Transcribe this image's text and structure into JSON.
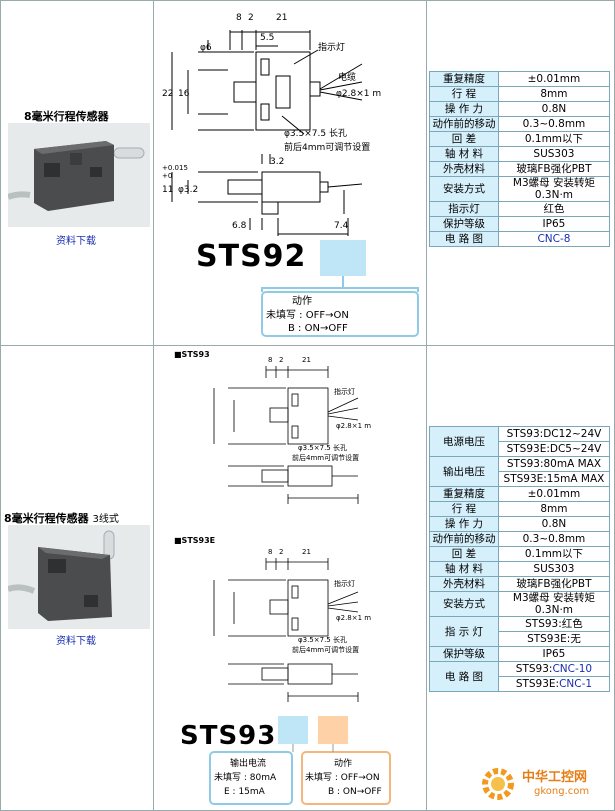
{
  "products": [
    {
      "title": "8毫米行程传感器",
      "subtitle": "",
      "download": "资料下载",
      "model": "STS92",
      "drawing_labels": {
        "dims_top": [
          "8",
          "2",
          "21",
          "5.5"
        ],
        "dims_left": [
          "22",
          "16",
          "φ6"
        ],
        "indicator": "指示灯",
        "cable": "电缆",
        "cable_spec": "φ2.8×1 m",
        "slot": "φ3.5×7.5 长孔",
        "adjust": "前后4mm可调节设置",
        "side_dims": [
          "3.2",
          "11",
          "+0.015",
          "+0",
          "φ3.2",
          "6.8",
          "7.4"
        ]
      },
      "legend": {
        "title": "动作",
        "line1": "未填写 : OFF→ON",
        "line2": "B : ON→OFF"
      },
      "specs": [
        {
          "k": "重复精度",
          "v": "±0.01mm"
        },
        {
          "k": "行 程",
          "v": "8mm"
        },
        {
          "k": "操 作 力",
          "v": "0.8N"
        },
        {
          "k": "动作前的移动",
          "v": "0.3~0.8mm"
        },
        {
          "k": "回 差",
          "v": "0.1mm以下"
        },
        {
          "k": "轴 材 料",
          "v": "SUS303"
        },
        {
          "k": "外壳材料",
          "v": "玻璃FB强化PBT"
        },
        {
          "k": "安装方式",
          "v": "M3螺母 安装转矩0.3N·m"
        },
        {
          "k": "指示灯",
          "v": "红色"
        },
        {
          "k": "保护等级",
          "v": "IP65"
        },
        {
          "k": "电 路 图",
          "v": "CNC-8"
        }
      ]
    },
    {
      "title": "8毫米行程传感器",
      "subtitle": "3线式",
      "download": "资料下载",
      "model": "STS93",
      "sub_models": [
        "■STS93",
        "■STS93E"
      ],
      "legend_left": {
        "title": "输出电流",
        "line1": "未填写 : 80mA",
        "line2": "E : 15mA"
      },
      "legend_right": {
        "title": "动作",
        "line1": "未填写 : OFF→ON",
        "line2": "B : ON→OFF"
      },
      "specs": [
        {
          "k": "电源电压",
          "v1": "STS93:DC12~24V",
          "v2": "STS93E:DC5~24V"
        },
        {
          "k": "输出电压",
          "v1": "STS93:80mA MAX",
          "v2": "STS93E:15mA MAX"
        },
        {
          "k": "重复精度",
          "v": "±0.01mm"
        },
        {
          "k": "行 程",
          "v": "8mm"
        },
        {
          "k": "操 作 力",
          "v": "0.8N"
        },
        {
          "k": "动作前的移动",
          "v": "0.3~0.8mm"
        },
        {
          "k": "回 差",
          "v": "0.1mm以下"
        },
        {
          "k": "轴 材 料",
          "v": "SUS303"
        },
        {
          "k": "外壳材料",
          "v": "玻璃FB强化PBT"
        },
        {
          "k": "安装方式",
          "v": "M3螺母 安装转矩0.3N·m"
        },
        {
          "k": "指 示 灯",
          "v1": "STS93:红色",
          "v2": "STS93E:无"
        },
        {
          "k": "保护等级",
          "v": "IP65"
        },
        {
          "k": "电 路 图",
          "v1p": "STS93:",
          "v1l": "CNC-10",
          "v2p": "STS93E:",
          "v2l": "CNC-1"
        }
      ]
    }
  ],
  "watermark": {
    "cn": "中华工控网",
    "url": "gkong.com"
  },
  "colors": {
    "key_bg": "#d6f0fb",
    "border": "#7aa8b8",
    "link": "#1a2db0",
    "legend_blue": "#bfe6f7",
    "legend_orange": "#ffd1a6"
  }
}
